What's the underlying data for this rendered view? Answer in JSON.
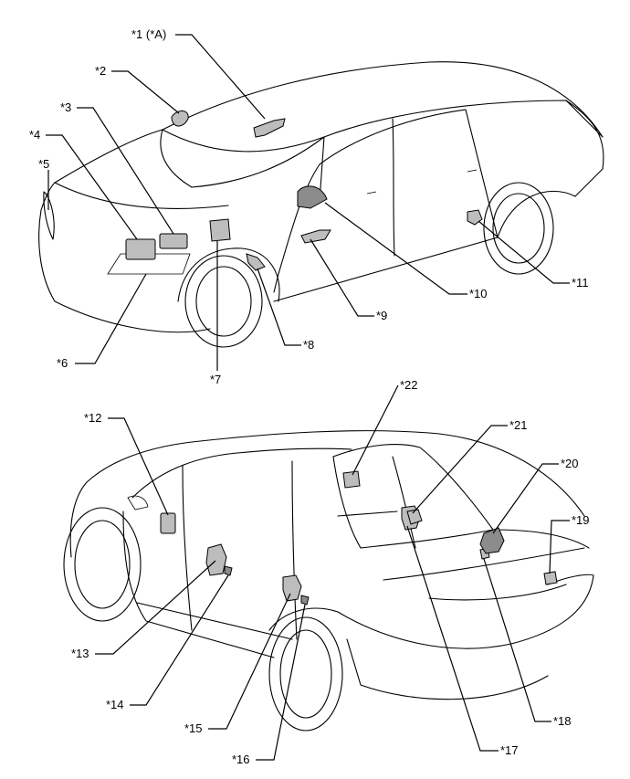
{
  "callouts": [
    {
      "id": "c1",
      "text": "*1 (*A)"
    },
    {
      "id": "c2",
      "text": "*2"
    },
    {
      "id": "c3",
      "text": "*3"
    },
    {
      "id": "c4",
      "text": "*4"
    },
    {
      "id": "c5",
      "text": "*5"
    },
    {
      "id": "c6",
      "text": "*6"
    },
    {
      "id": "c7",
      "text": "*7"
    },
    {
      "id": "c8",
      "text": "*8"
    },
    {
      "id": "c9",
      "text": "*9"
    },
    {
      "id": "c10",
      "text": "*10"
    },
    {
      "id": "c11",
      "text": "*11"
    },
    {
      "id": "c12",
      "text": "*12"
    },
    {
      "id": "c13",
      "text": "*13"
    },
    {
      "id": "c14",
      "text": "*14"
    },
    {
      "id": "c15",
      "text": "*15"
    },
    {
      "id": "c16",
      "text": "*16"
    },
    {
      "id": "c17",
      "text": "*17"
    },
    {
      "id": "c18",
      "text": "*18"
    },
    {
      "id": "c19",
      "text": "*19"
    },
    {
      "id": "c20",
      "text": "*20"
    },
    {
      "id": "c21",
      "text": "*21"
    },
    {
      "id": "c22",
      "text": "*22"
    }
  ]
}
